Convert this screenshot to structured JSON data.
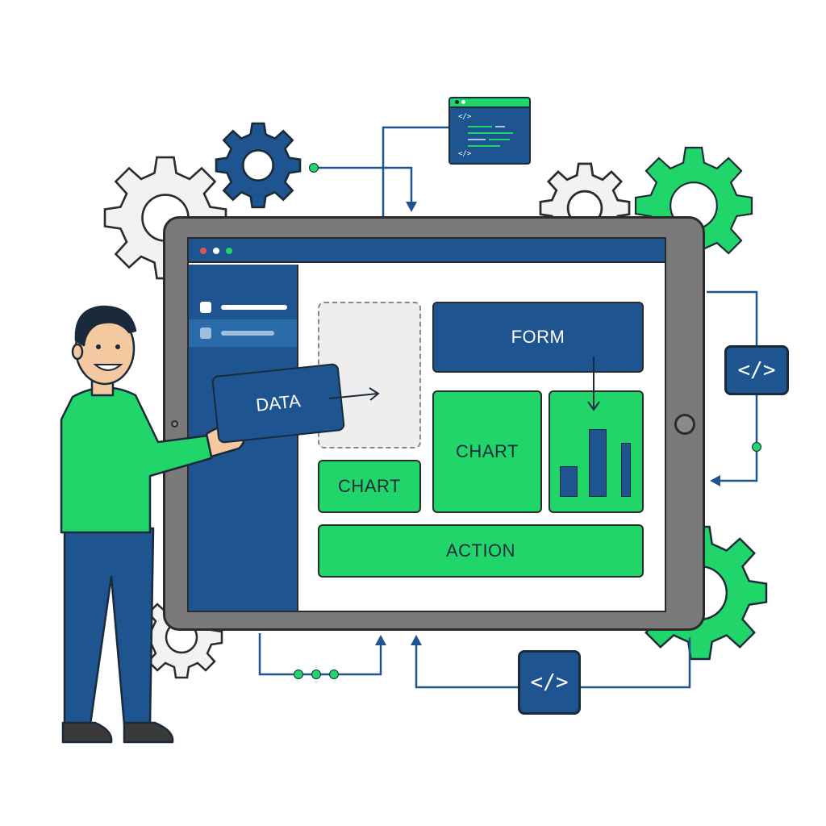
{
  "screen": {
    "data_card": "DATA",
    "form_card": "FORM",
    "chart_large": "CHART",
    "chart_small": "CHART",
    "action_button": "ACTION"
  },
  "bar_chart": {
    "values": [
      0.33,
      0.72,
      0.58
    ]
  },
  "code_badges": {
    "right": "</>",
    "bottom": "</>"
  },
  "code_window": {
    "tag_open": "</>",
    "tag_close": "</>"
  },
  "colors": {
    "brand_blue": "#1e5490",
    "brand_green": "#20d56a",
    "gear_gray": "#f0f0f0",
    "outline": "#2b2b2b"
  },
  "icons": [
    "gear-icon",
    "code-icon",
    "browser-window-icon",
    "bar-chart-icon",
    "arrow-icon"
  ]
}
